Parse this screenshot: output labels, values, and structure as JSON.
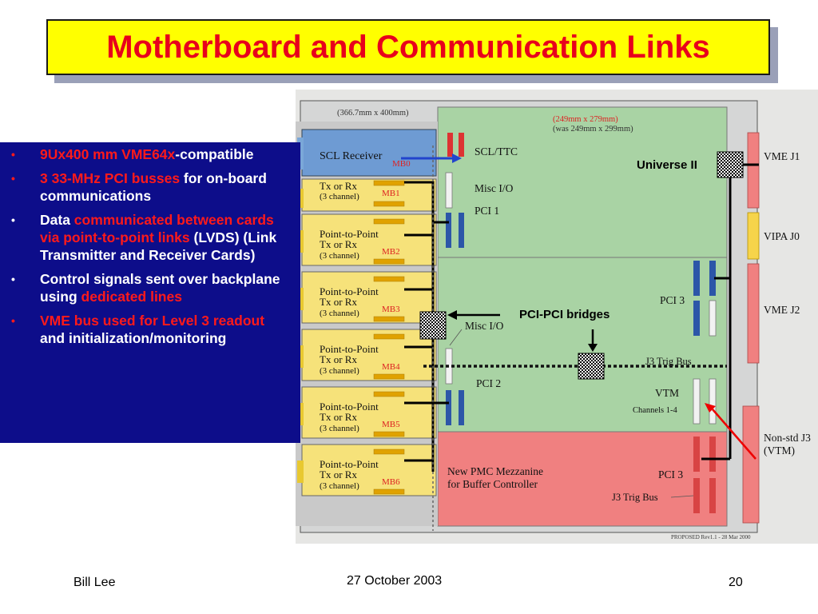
{
  "slide": {
    "title": "Motherboard and Communication Links",
    "footer_left": "Bill Lee",
    "footer_center": "27 October 2003",
    "footer_right": "20"
  },
  "bullets": [
    {
      "parts": [
        {
          "text": "9Ux400 mm VME64x",
          "red": true
        },
        {
          "text": "-compatible",
          "red": false
        }
      ]
    },
    {
      "parts": [
        {
          "text": "3 33-MHz PCI busses",
          "red": true
        },
        {
          "text": " for on-board communications",
          "red": false
        }
      ]
    },
    {
      "parts": [
        {
          "text": "Data ",
          "red": false
        },
        {
          "text": "communicated between cards via point-to-point links",
          "red": true
        },
        {
          "text": " (LVDS) (Link Transmitter and Receiver Cards)",
          "red": false
        }
      ]
    },
    {
      "parts": [
        {
          "text": "Control signals sent over backplane using ",
          "red": false
        },
        {
          "text": "dedicated lines",
          "red": true
        }
      ]
    },
    {
      "parts": [
        {
          "text": "VME bus used for Level 3 readout",
          "red": true
        },
        {
          "text": " and initialization/monitoring",
          "red": false
        }
      ]
    }
  ],
  "diagram": {
    "dim_outer": "(366.7mm x 400mm)",
    "dim_inner": "(249mm x 279mm)",
    "dim_was": "(was 249mm x 299mm)",
    "scl_receiver": "SCL Receiver",
    "scl_ttc": "SCL/TTC",
    "misc_io_1": "Misc I/O",
    "pci_1": "PCI 1",
    "misc_io_2": "Misc I/O",
    "pci_2": "PCI 2",
    "pci_3a": "PCI 3",
    "pci_3b": "PCI 3",
    "j3_trig_bus_1": "J3 Trig Bus",
    "j3_trig_bus_2": "J3 Trig Bus",
    "vtm": "VTM",
    "channels": "Channels 1-4",
    "pmc_line1": "New PMC Mezzanine",
    "pmc_line2": "for Buffer Controller",
    "proposed": "PROPOSED Rev1.1 - 28 Mar 2000",
    "vme_j1": "VME J1",
    "vipa_j0": "VIPA J0",
    "vme_j2": "VME J2",
    "nonstd_l1": "Non-std J3",
    "nonstd_l2": "(VTM)",
    "ptp_l1": "Point-to-Point",
    "ptp_l2": "Tx or Rx",
    "ptp_l3": "(3 channel)",
    "mb_labels": [
      "MB0",
      "MB1",
      "MB2",
      "MB3",
      "MB4",
      "MB5",
      "MB6"
    ],
    "universe_ii": "Universe II",
    "pci_pci_bridges": "PCI-PCI bridges"
  },
  "colors": {
    "title_bg": "#ffff00",
    "title_text": "#e8001c",
    "bullet_bg": "#0d0d8a",
    "green_board": "#a9d3a4",
    "pink_region": "#f08080",
    "yellow_card": "#f6e27a",
    "blue_card": "#6e9bd3"
  }
}
